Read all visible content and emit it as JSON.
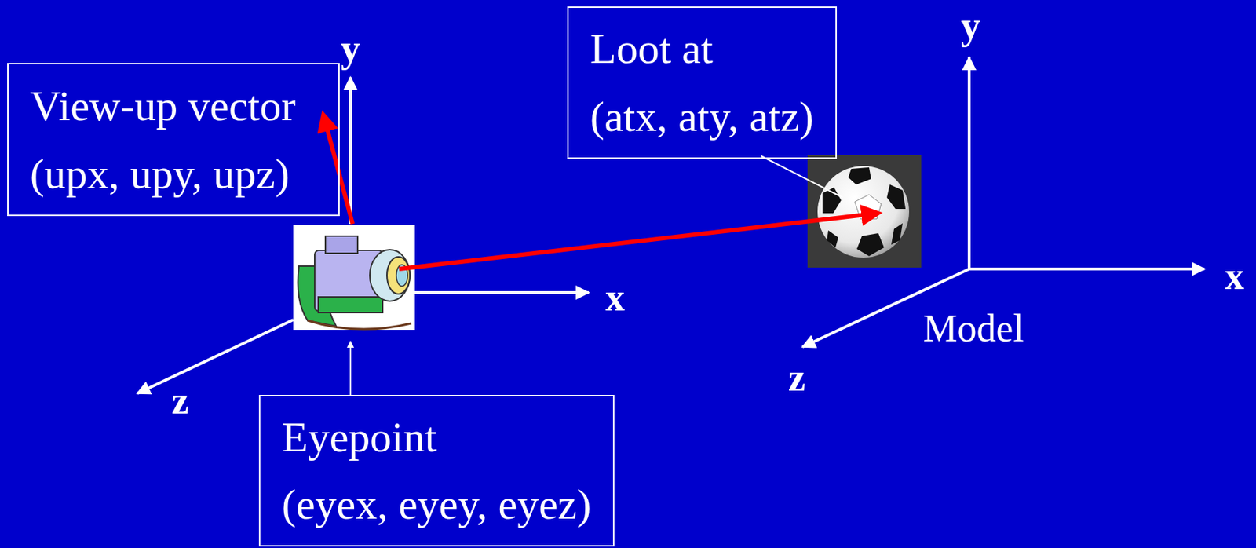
{
  "diagram": {
    "nodes": [
      {
        "text": [
          "View-up vector",
          "(upx, upy, upz)"
        ]
      },
      {
        "text": [
          "Loot at",
          "(atx, aty, atz)"
        ]
      },
      {
        "text": [
          "Eyepoint",
          "(eyex, eyey, eyez)"
        ]
      }
    ],
    "labels": [
      "y",
      "x",
      "z",
      "y",
      "x",
      "z",
      "Model"
    ]
  }
}
